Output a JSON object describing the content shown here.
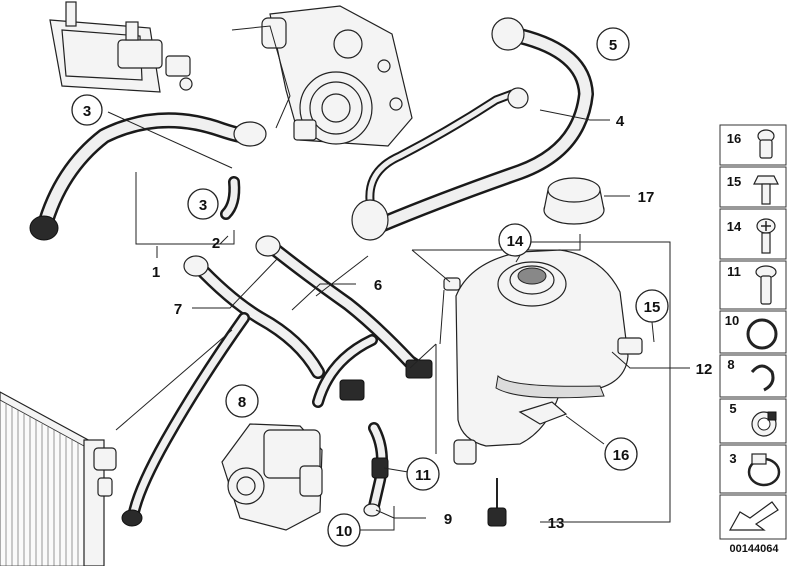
{
  "diagram": {
    "callouts": {
      "c1": "1",
      "c2": "2",
      "c3a": "3",
      "c3b": "3",
      "c4": "4",
      "c5": "5",
      "c6": "6",
      "c7": "7",
      "c8": "8",
      "c9": "9",
      "c10": "10",
      "c11": "11",
      "c12": "12",
      "c13": "13",
      "c14": "14",
      "c15": "15",
      "c16": "16",
      "c17": "17"
    },
    "legend": [
      "16",
      "15",
      "14",
      "11",
      "10",
      "8",
      "5",
      "3"
    ],
    "catalog_number": "00144064"
  },
  "colors": {
    "line": "#222222",
    "hose": "#1a1a1a",
    "highlight": "#dddddd",
    "background": "#ffffff"
  }
}
